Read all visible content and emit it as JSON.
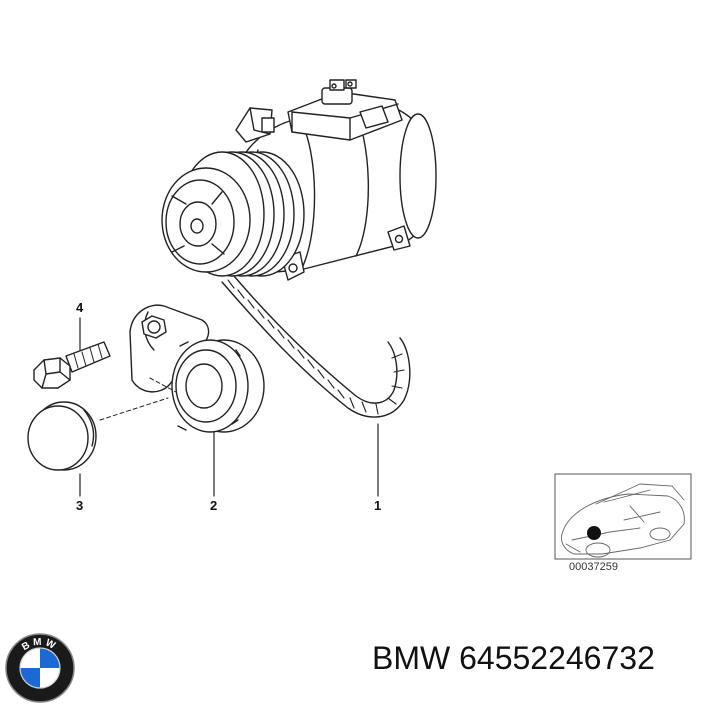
{
  "callouts": [
    "1",
    "2",
    "3",
    "4"
  ],
  "reference_number": "00037259",
  "brand": "BMW",
  "part_number": "64552246732",
  "logo_letters": "BMW",
  "colors": {
    "line": "#222222",
    "logo_blue": "#1c69d4",
    "logo_ring": "#1a1a1a"
  }
}
